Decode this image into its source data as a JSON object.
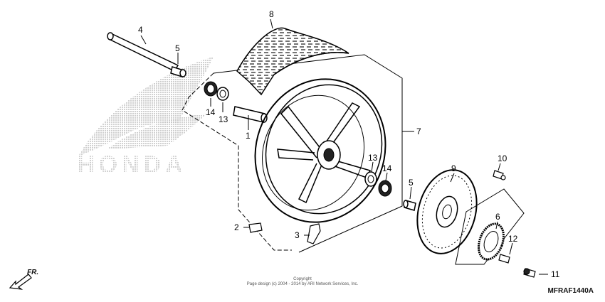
{
  "brand": {
    "logo_text": "HONDA",
    "wing_color": "#9a9a9a"
  },
  "callouts": {
    "c1": "1",
    "c2": "2",
    "c3": "3",
    "c4": "4",
    "c5a": "5",
    "c5b": "5",
    "c6": "6",
    "c7": "7",
    "c8": "8",
    "c9": "9",
    "c10": "10",
    "c11": "11",
    "c12": "12",
    "c13a": "13",
    "c13b": "13",
    "c14a": "14",
    "c14b": "14"
  },
  "direction": {
    "label": "FR."
  },
  "footer": {
    "copyright": "Copyright",
    "line": "Page design (c) 2004 - 2014 by ARI Network Services, Inc."
  },
  "diagram_code": "MFRAF1440A"
}
